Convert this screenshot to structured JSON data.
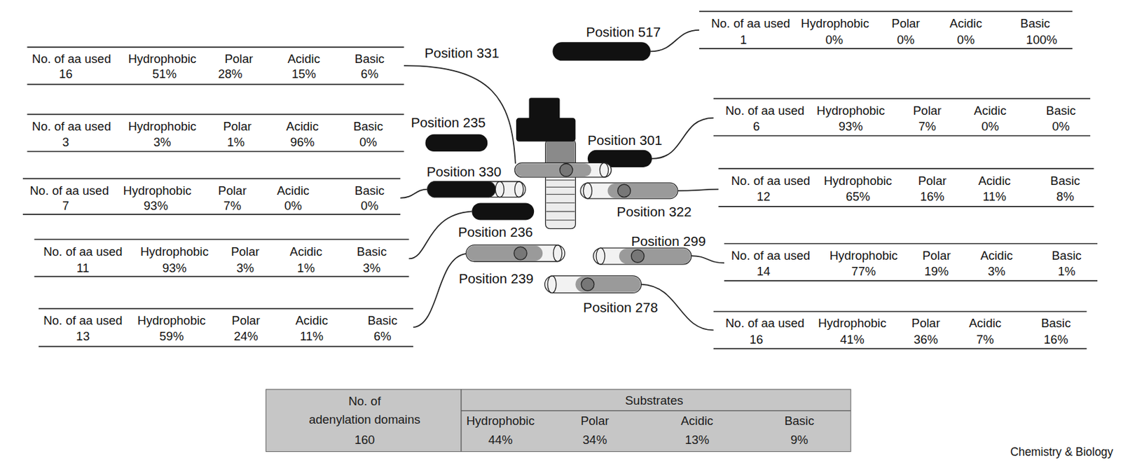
{
  "diagram": {
    "labels": [
      "Position 517",
      "No. of aa used",
      "Hydrophobic",
      "Polar",
      "Acidic",
      "Basic",
      "1",
      "0%",
      "0%",
      "0%",
      "100%",
      "Position 331",
      "No. of aa used",
      "Hydrophobic",
      "Polar",
      "Acidic",
      "Basic",
      "16",
      "51%",
      "28%",
      "15%",
      "6%",
      "Position 235",
      "No. of aa used",
      "Hydrophobic",
      "Polar",
      "Acidic",
      "Basic",
      "3",
      "3%",
      "1%",
      "96%",
      "0%",
      "Position 301",
      "No. of aa used",
      "Hydrophobic",
      "Polar",
      "Acidic",
      "Basic",
      "6",
      "93%",
      "7%",
      "0%",
      "0%",
      "Position 330",
      "No. of aa used",
      "Hydrophobic",
      "Polar",
      "Acidic",
      "Basic",
      "7",
      "93%",
      "7%",
      "0%",
      "0%",
      "Position 322",
      "No. of aa used",
      "Hydrophobic",
      "Polar",
      "Acidic",
      "Basic",
      "12",
      "65%",
      "16%",
      "11%",
      "8%",
      "Position 236",
      "No. of aa used",
      "Hydrophobic",
      "Polar",
      "Acidic",
      "Basic",
      "11",
      "93%",
      "3%",
      "1%",
      "3%",
      "Position 299",
      "No. of aa used",
      "Hydrophobic",
      "Polar",
      "Acidic",
      "Basic",
      "14",
      "77%",
      "19%",
      "3%",
      "1%",
      "Position 239",
      "No. of aa used",
      "Hydrophobic",
      "Polar",
      "Acidic",
      "Basic",
      "13",
      "59%",
      "24%",
      "11%",
      "6%",
      "Position 278",
      "No. of aa used",
      "Hydrophobic",
      "Polar",
      "Acidic",
      "Basic",
      "16",
      "41%",
      "36%",
      "7%",
      "16%",
      "No. of adenylation domains",
      "Substrates",
      "Hydrophobic",
      "Polar",
      "Acidic",
      "Basic",
      "160",
      "44%",
      "34%",
      "13%",
      "9%",
      "Chemistry & Biology"
    ]
  }
}
